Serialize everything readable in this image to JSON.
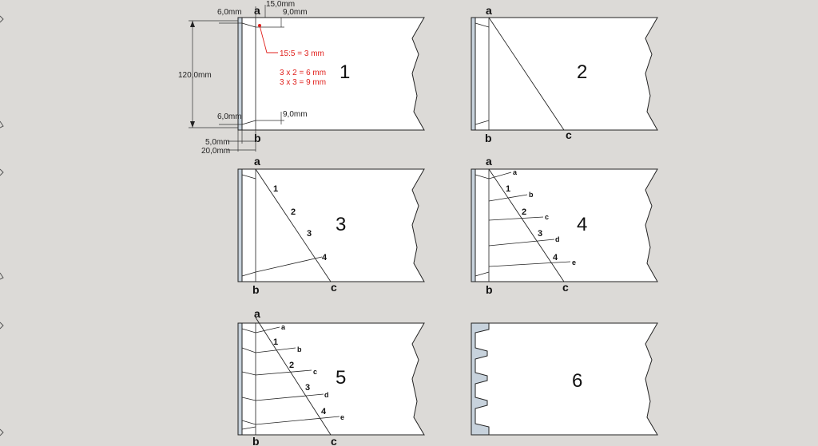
{
  "colors": {
    "background": "#dcdad7",
    "board": "#ffffff",
    "strip": "#c7d2dc",
    "line": "#222222",
    "annotation": "#e0201c"
  },
  "panels": [
    {
      "number": "1"
    },
    {
      "number": "2"
    },
    {
      "number": "3"
    },
    {
      "number": "4"
    },
    {
      "number": "5"
    },
    {
      "number": "6"
    }
  ],
  "dimensions": {
    "top_15": "15,0mm",
    "top_6": "6,0mm",
    "top_9": "9,0mm",
    "height_120": "120,0mm",
    "bottom_6": "6,0mm",
    "bottom_9": "9,0mm",
    "width_5": "5,0mm",
    "width_20": "20,0mm"
  },
  "annotations": {
    "line1": "15:5 = 3 mm",
    "line2": "3 x 2 = 6 mm",
    "line3": "3 x 3 = 9 mm"
  },
  "points": {
    "a": "a",
    "b": "b",
    "c": "c",
    "n1": "1",
    "n2": "2",
    "n3": "3",
    "n4": "4",
    "la": "a",
    "lb": "b",
    "lc": "c",
    "ld": "d",
    "le": "e"
  }
}
